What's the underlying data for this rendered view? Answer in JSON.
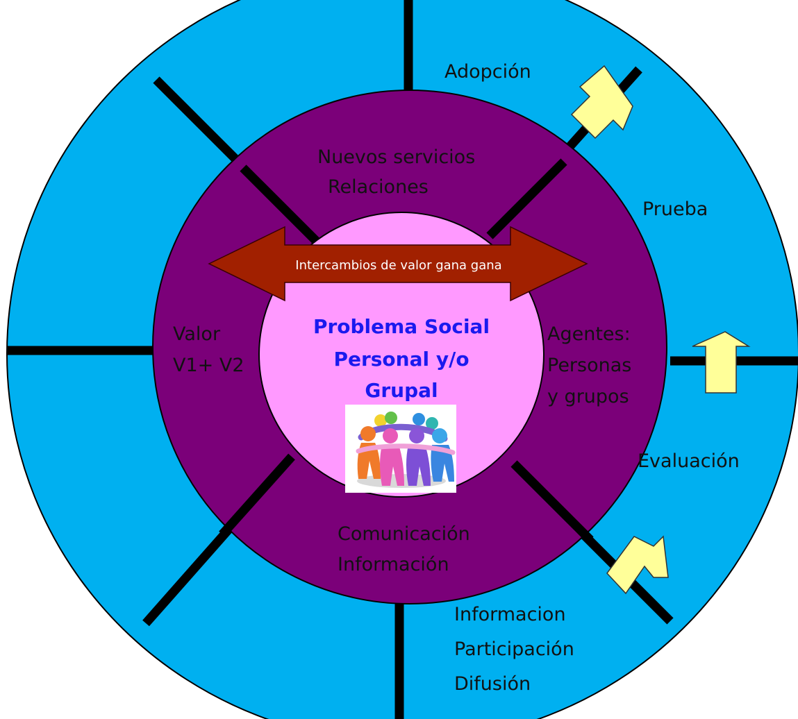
{
  "colors": {
    "outer_ring": "#00b0f0",
    "middle_ring": "#7b0079",
    "center_circle": "#ff99ff",
    "center_text": "#1a1aee",
    "exchange_arrow": "#a12000",
    "stage_arrows": "#ffff99",
    "divider_lines": "#000000"
  },
  "outer_ring": {
    "adoption": "Adopción",
    "trial": "Prueba",
    "evaluation": "Evaluación",
    "info_lines": [
      "Informacion",
      "Participación",
      "Difusión"
    ]
  },
  "middle_ring": {
    "top_lines": [
      "Nuevos servicios",
      "Relaciones"
    ],
    "left_lines": [
      "Valor",
      "V1+ V2"
    ],
    "right_lines": [
      "Agentes:",
      "Personas",
      "y grupos"
    ],
    "bottom_lines": [
      "Comunicación",
      "Información"
    ]
  },
  "exchange_arrow_label": "Intercambios de valor gana gana",
  "center": {
    "title_lines": [
      "Problema Social",
      "Personal y/o",
      "Grupal"
    ],
    "image_icon": "people-circle-icon"
  }
}
